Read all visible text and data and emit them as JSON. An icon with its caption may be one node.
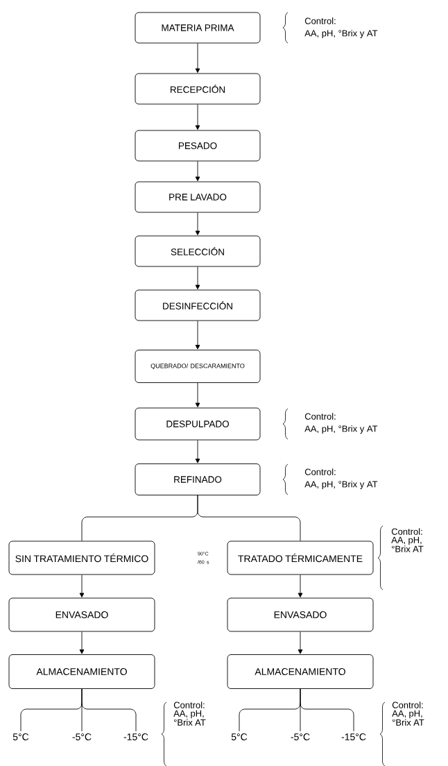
{
  "diagram": {
    "nodes": [
      {
        "text": [
          "MATERIA PRIMA"
        ],
        "beside": [
          "Control:",
          "AA, pH, °Brix y AT"
        ]
      },
      {
        "text": [
          "RECEPCIÓN"
        ]
      },
      {
        "text": [
          "PESADO"
        ]
      },
      {
        "text": [
          "PRE LAVADO"
        ]
      },
      {
        "text": [
          "SELECCIÓN"
        ]
      },
      {
        "text": [
          "DESINFECCIÓN"
        ]
      },
      {
        "text": [
          "QUEBRADO/ DESCARAMIENTO"
        ]
      },
      {
        "text": [
          "DESPULPADO"
        ],
        "beside": [
          "Control:",
          "AA, pH, °Brix y AT"
        ]
      },
      {
        "text": [
          "REFINADO"
        ],
        "beside": [
          "Control:",
          "AA, pH, °Brix y AT"
        ]
      },
      {
        "text": [
          "SIN TRATAMIENTO TÉRMICO"
        ]
      },
      {
        "text": [
          "TRATADO TÉRMICAMENTE"
        ],
        "beside": [
          "Control: AA, pH, °Brix AT"
        ]
      },
      {
        "text": [
          "ENVASADO"
        ]
      },
      {
        "text": [
          "ENVASADO"
        ]
      },
      {
        "text": [
          "ALMACENAMIENTO"
        ]
      },
      {
        "text": [
          "ALMACENAMIENTO"
        ]
      },
      {
        "text": [
          "5°C"
        ]
      },
      {
        "text": [
          "-5°C"
        ]
      },
      {
        "text": [
          "-15°C"
        ]
      },
      {
        "text": [
          "5°C"
        ]
      },
      {
        "text": [
          "-5°C"
        ]
      },
      {
        "text": [
          "-15°C"
        ]
      }
    ],
    "labels": [
      "90°C /60 s",
      "Control: AA, pH, °Brix AT",
      "Control: AA, pH, °Brix AT"
    ],
    "edges": [
      {
        "from": 0,
        "to": 1,
        "arrow": "to"
      },
      {
        "from": 1,
        "to": 2,
        "arrow": "to"
      },
      {
        "from": 2,
        "to": 3,
        "arrow": "to"
      },
      {
        "from": 3,
        "to": 4,
        "arrow": "to"
      },
      {
        "from": 4,
        "to": 5,
        "arrow": "to"
      },
      {
        "from": 5,
        "to": 6,
        "arrow": "to"
      },
      {
        "from": 6,
        "to": 7,
        "arrow": "to"
      },
      {
        "from": 7,
        "to": 8,
        "arrow": "to"
      },
      {
        "from": 8,
        "to": 9,
        "arrow": "none"
      },
      {
        "from": 8,
        "to": 10,
        "arrow": "none"
      },
      {
        "from": 9,
        "to": 11,
        "arrow": "to"
      },
      {
        "from": 11,
        "to": 13,
        "arrow": "to"
      },
      {
        "from": 10,
        "to": 12,
        "arrow": "to"
      },
      {
        "from": 12,
        "to": 14,
        "arrow": "to"
      },
      {
        "from": 13,
        "to": 15,
        "arrow": "none"
      },
      {
        "from": 13,
        "to": 16,
        "arrow": "none"
      },
      {
        "from": 13,
        "to": 17,
        "arrow": "none"
      },
      {
        "from": 14,
        "to": 18,
        "arrow": "none"
      },
      {
        "from": 14,
        "to": 19,
        "arrow": "none"
      },
      {
        "from": 14,
        "to": 20,
        "arrow": "none"
      }
    ]
  }
}
